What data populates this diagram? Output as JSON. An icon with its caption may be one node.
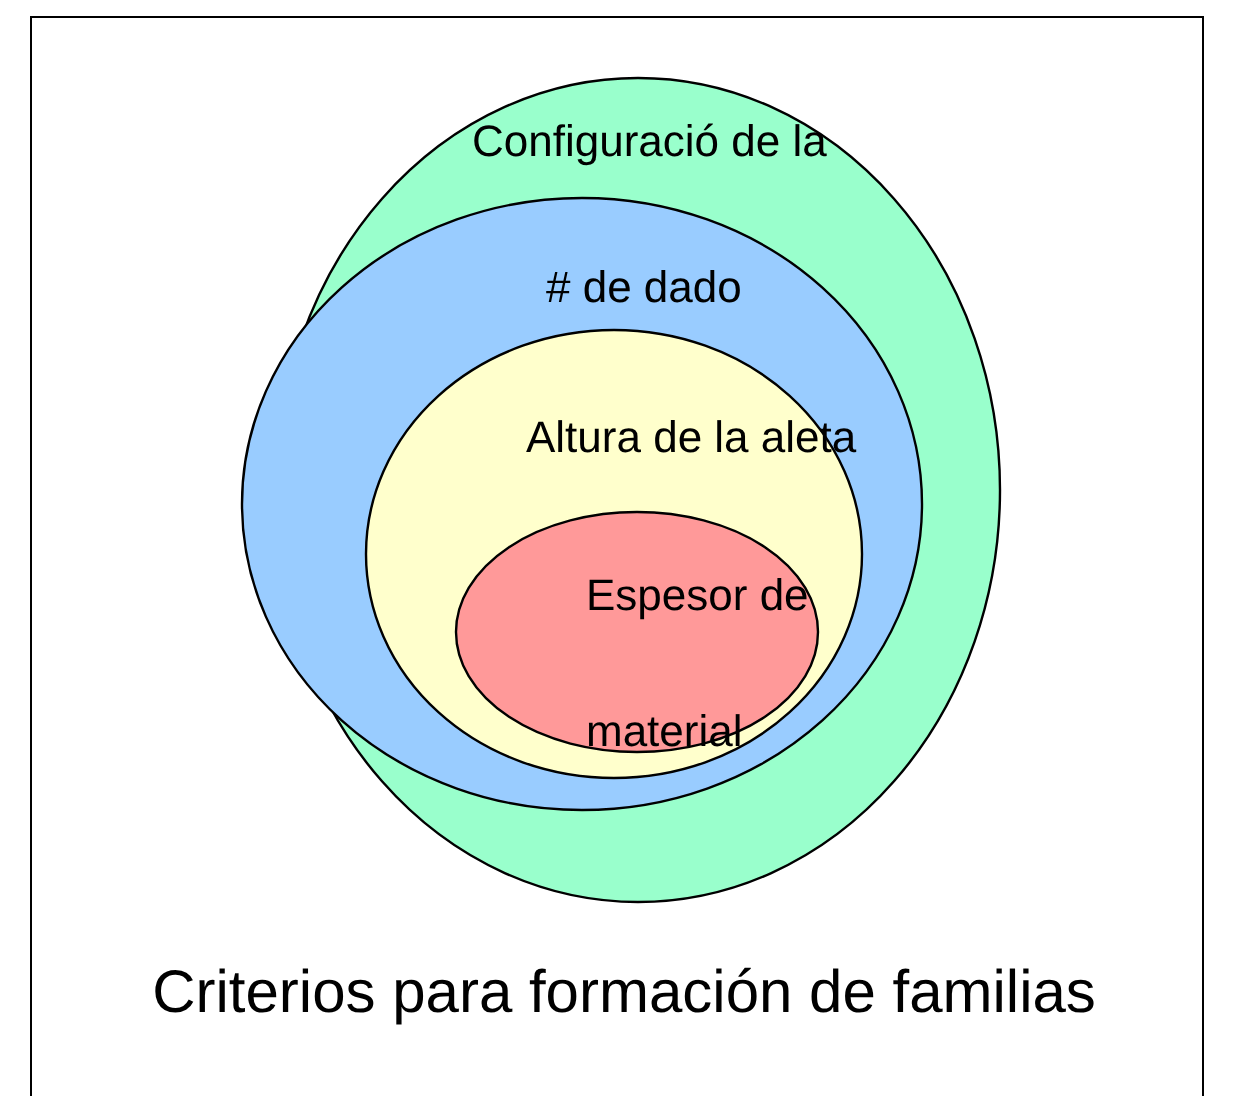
{
  "diagram": {
    "caption": "Criterios para formación de familias",
    "nodes": [
      {
        "text": [
          "Configuració de la"
        ]
      },
      {
        "text": [
          "# de dado"
        ],
        "in": 0
      },
      {
        "text": [
          "Altura de la aleta"
        ],
        "in": 1
      },
      {
        "text": [
          "Espesor de material"
        ],
        "in": 2
      }
    ],
    "edges": []
  }
}
